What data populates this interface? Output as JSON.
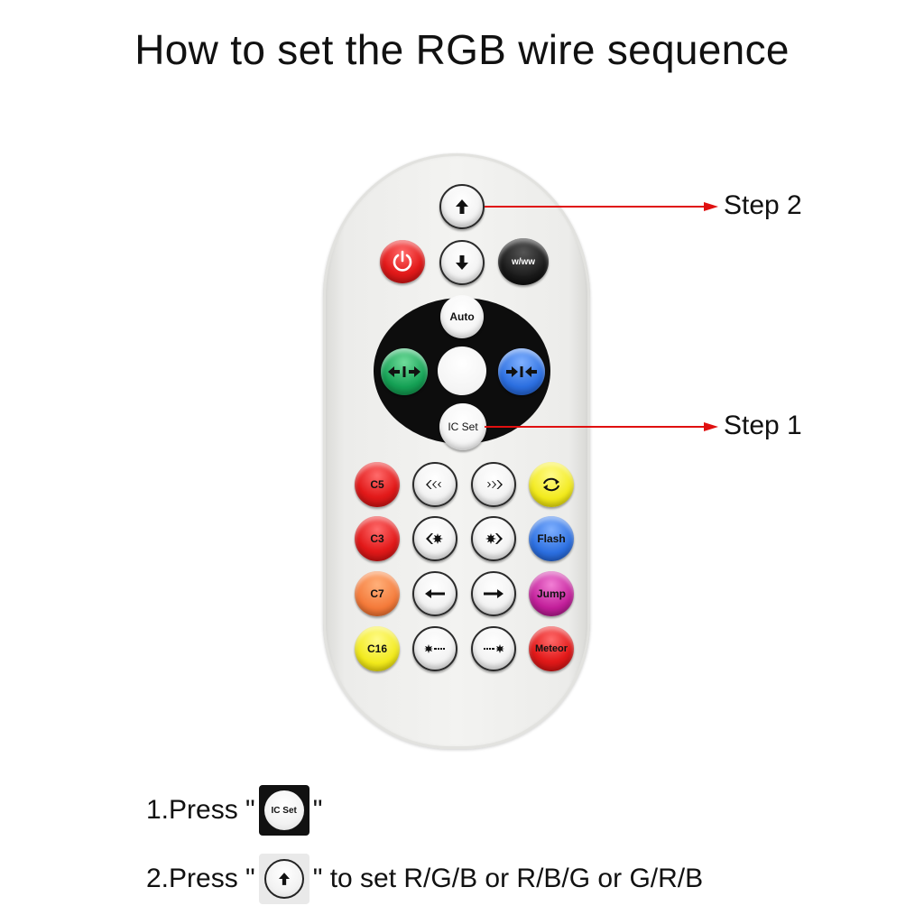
{
  "title": "How to set the RGB wire sequence",
  "remote": {
    "top_buttons": {
      "up": {
        "icon": "up-arrow-icon"
      },
      "power": {
        "icon": "power-icon",
        "color": "#e21a1a"
      },
      "down": {
        "icon": "down-arrow-icon"
      },
      "w_ww": {
        "label": "w/ww",
        "color": "#1a1a1a"
      }
    },
    "dpad": {
      "auto": {
        "label": "Auto"
      },
      "expand": {
        "icon": "expand-arrows-icon",
        "color": "#15a155"
      },
      "center": {},
      "contract": {
        "icon": "contract-arrows-icon",
        "color": "#2c6fe0"
      },
      "ic_set": {
        "label": "IC Set"
      }
    },
    "grid": {
      "row1": {
        "c5": {
          "label": "C5",
          "color": "#e21a1a"
        },
        "rewind": {
          "icon": "triple-chevron-left-icon"
        },
        "forward": {
          "icon": "triple-chevron-right-icon"
        },
        "cycle": {
          "icon": "cycle-icon",
          "color": "#f2ea1c"
        }
      },
      "row2": {
        "c3": {
          "label": "C3",
          "color": "#e21a1a"
        },
        "burst_left": {
          "icon": "burst-left-icon"
        },
        "burst_right": {
          "icon": "burst-right-icon"
        },
        "flash": {
          "label": "Flash",
          "color": "#2c6fe0"
        }
      },
      "row3": {
        "c7": {
          "label": "C7",
          "color": "#f47a3a"
        },
        "left": {
          "icon": "left-arrow-icon"
        },
        "right": {
          "icon": "right-arrow-icon"
        },
        "jump": {
          "label": "Jump",
          "color": "#c21f9a"
        }
      },
      "row4": {
        "c16": {
          "label": "C16",
          "color": "#f2ea1c"
        },
        "dots_left": {
          "icon": "dots-left-icon"
        },
        "dots_right": {
          "icon": "dots-right-icon"
        },
        "meteor": {
          "label": "Meteor",
          "color": "#e21a1a"
        }
      }
    }
  },
  "callouts": {
    "step2": "Step 2",
    "step1": "Step 1",
    "arrow_color": "#e01010"
  },
  "instructions": {
    "line1": {
      "prefix": "1.Press \"",
      "button_label": "IC Set",
      "suffix": "\""
    },
    "line2": {
      "prefix": "2.Press \"",
      "button_icon": "up-arrow-icon",
      "suffix": "\" to set R/G/B or R/B/G or G/R/B"
    }
  }
}
